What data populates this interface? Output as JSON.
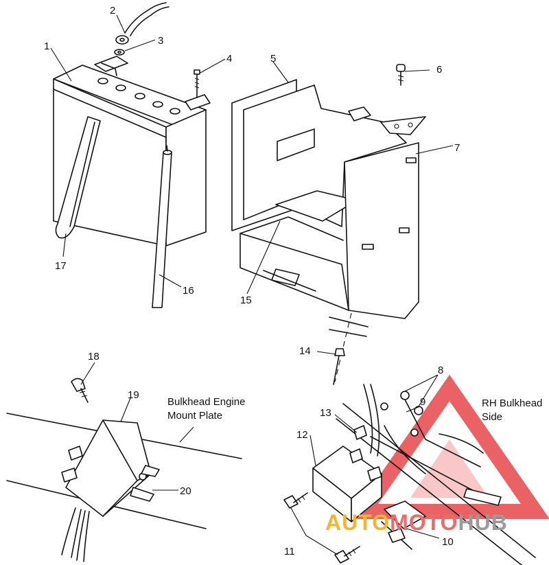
{
  "callouts": {
    "c1": "1",
    "c2": "2",
    "c3": "3",
    "c4": "4",
    "c5": "5",
    "c6": "6",
    "c7": "7",
    "c8": "8",
    "c9": "9",
    "c10": "10",
    "c11": "11",
    "c12": "12",
    "c13": "13",
    "c14": "14",
    "c15": "15",
    "c16": "16",
    "c17": "17",
    "c18": "18",
    "c19": "19",
    "c20": "20"
  },
  "notes": {
    "bulkhead_line1": "Bulkhead Engine",
    "bulkhead_line2": "Mount Plate",
    "rh_line1": "RH Bulkhead",
    "rh_line2": "Side"
  },
  "watermark": {
    "part1": "AUTO",
    "part2": "MOTO",
    "part3": "HUB",
    "colors": {
      "triangle": "#e8474a",
      "auto": "#f6b52e",
      "moto": "#ee6a6a",
      "hub": "#9a9a9a"
    }
  }
}
